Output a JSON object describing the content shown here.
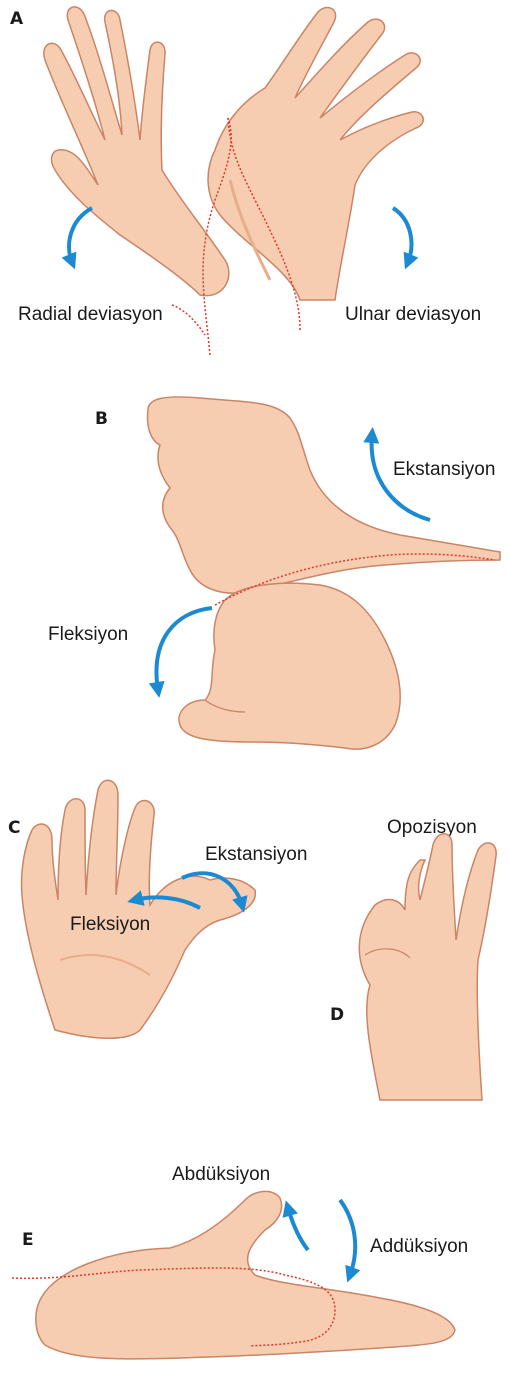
{
  "colors": {
    "skin": "#f7cdb2",
    "skin_shadow": "#e8ad8d",
    "skin_outline": "#c98566",
    "arrow": "#1c8ad2",
    "axis_line": "#e0362c",
    "text": "#1a1a1a"
  },
  "panels": {
    "a": {
      "letter": "A",
      "left_label": "Radial deviasyon",
      "right_label": "Ulnar deviasyon"
    },
    "b": {
      "letter": "B",
      "top_label": "Ekstansiyon",
      "bottom_label": "Fleksiyon"
    },
    "c": {
      "letter": "C",
      "extension_label": "Ekstansiyon",
      "flexion_label": "Fleksiyon"
    },
    "d": {
      "letter": "D",
      "label": "Opozisyon"
    },
    "e": {
      "letter": "E",
      "top_label": "Abdüksiyon",
      "right_label": "Addüksiyon"
    }
  }
}
